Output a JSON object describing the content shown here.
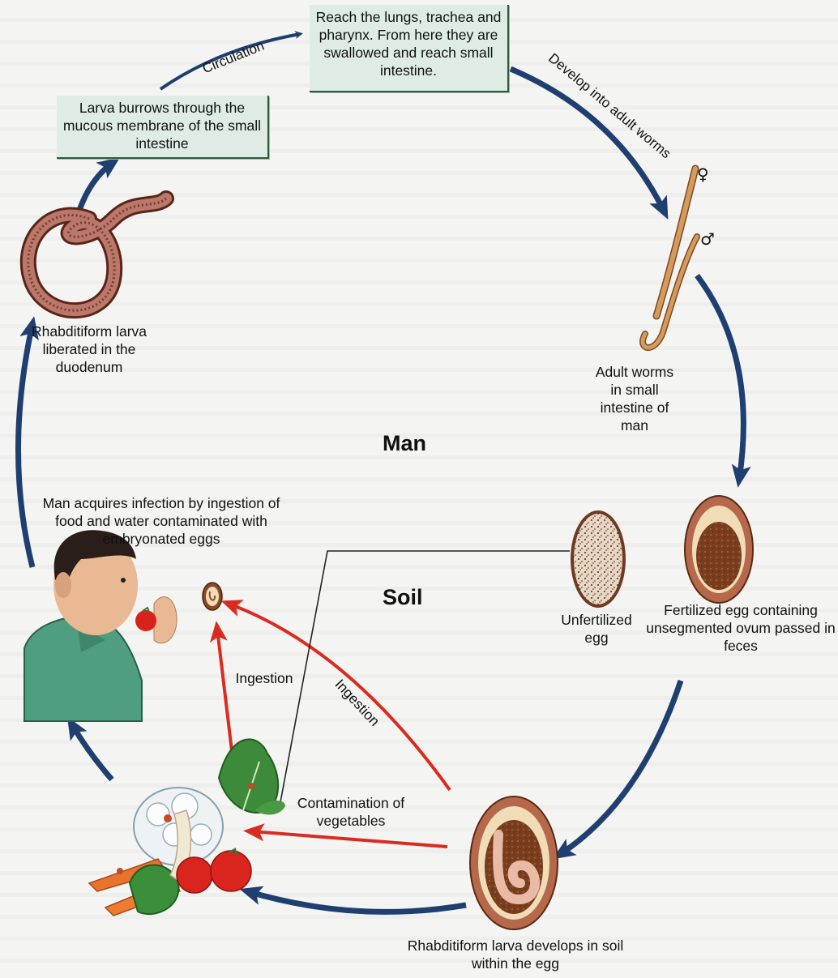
{
  "boxes": {
    "lungs": "Reach the lungs, trachea and pharynx. From here they are swallowed and reach small intestine.",
    "burrow": "Larva burrows through the mucous membrane of the small intestine"
  },
  "arrow_labels": {
    "circulation": "Circulation",
    "develop": "Develop into adult worms",
    "ingestion_left": "Ingestion",
    "ingestion_diag": "Ingestion",
    "contamination": "Contamination of vegetables"
  },
  "labels": {
    "rhabditiform_liberated": "Rhabditiform larva liberated in the duodenum",
    "adult_worms": "Adult worms in small intestine of man",
    "man_infection": "Man acquires infection by ingestion of food and water contaminated with embryonated eggs",
    "unfertilized": "Unfertilized egg",
    "fertilized": "Fertilized egg containing unsegmented ovum passed in feces",
    "larva_soil": "Rhabditiform larva develops in soil within the egg"
  },
  "sections": {
    "man": "Man",
    "soil": "Soil"
  },
  "symbols": {
    "female": "♀",
    "male": "♂"
  },
  "colors": {
    "blue_arrow": "#1f3f70",
    "red_arrow": "#d92b1f",
    "box_fill": "#dfece6",
    "worm": "#c98a4a",
    "egg_shell": "#b5694a"
  }
}
